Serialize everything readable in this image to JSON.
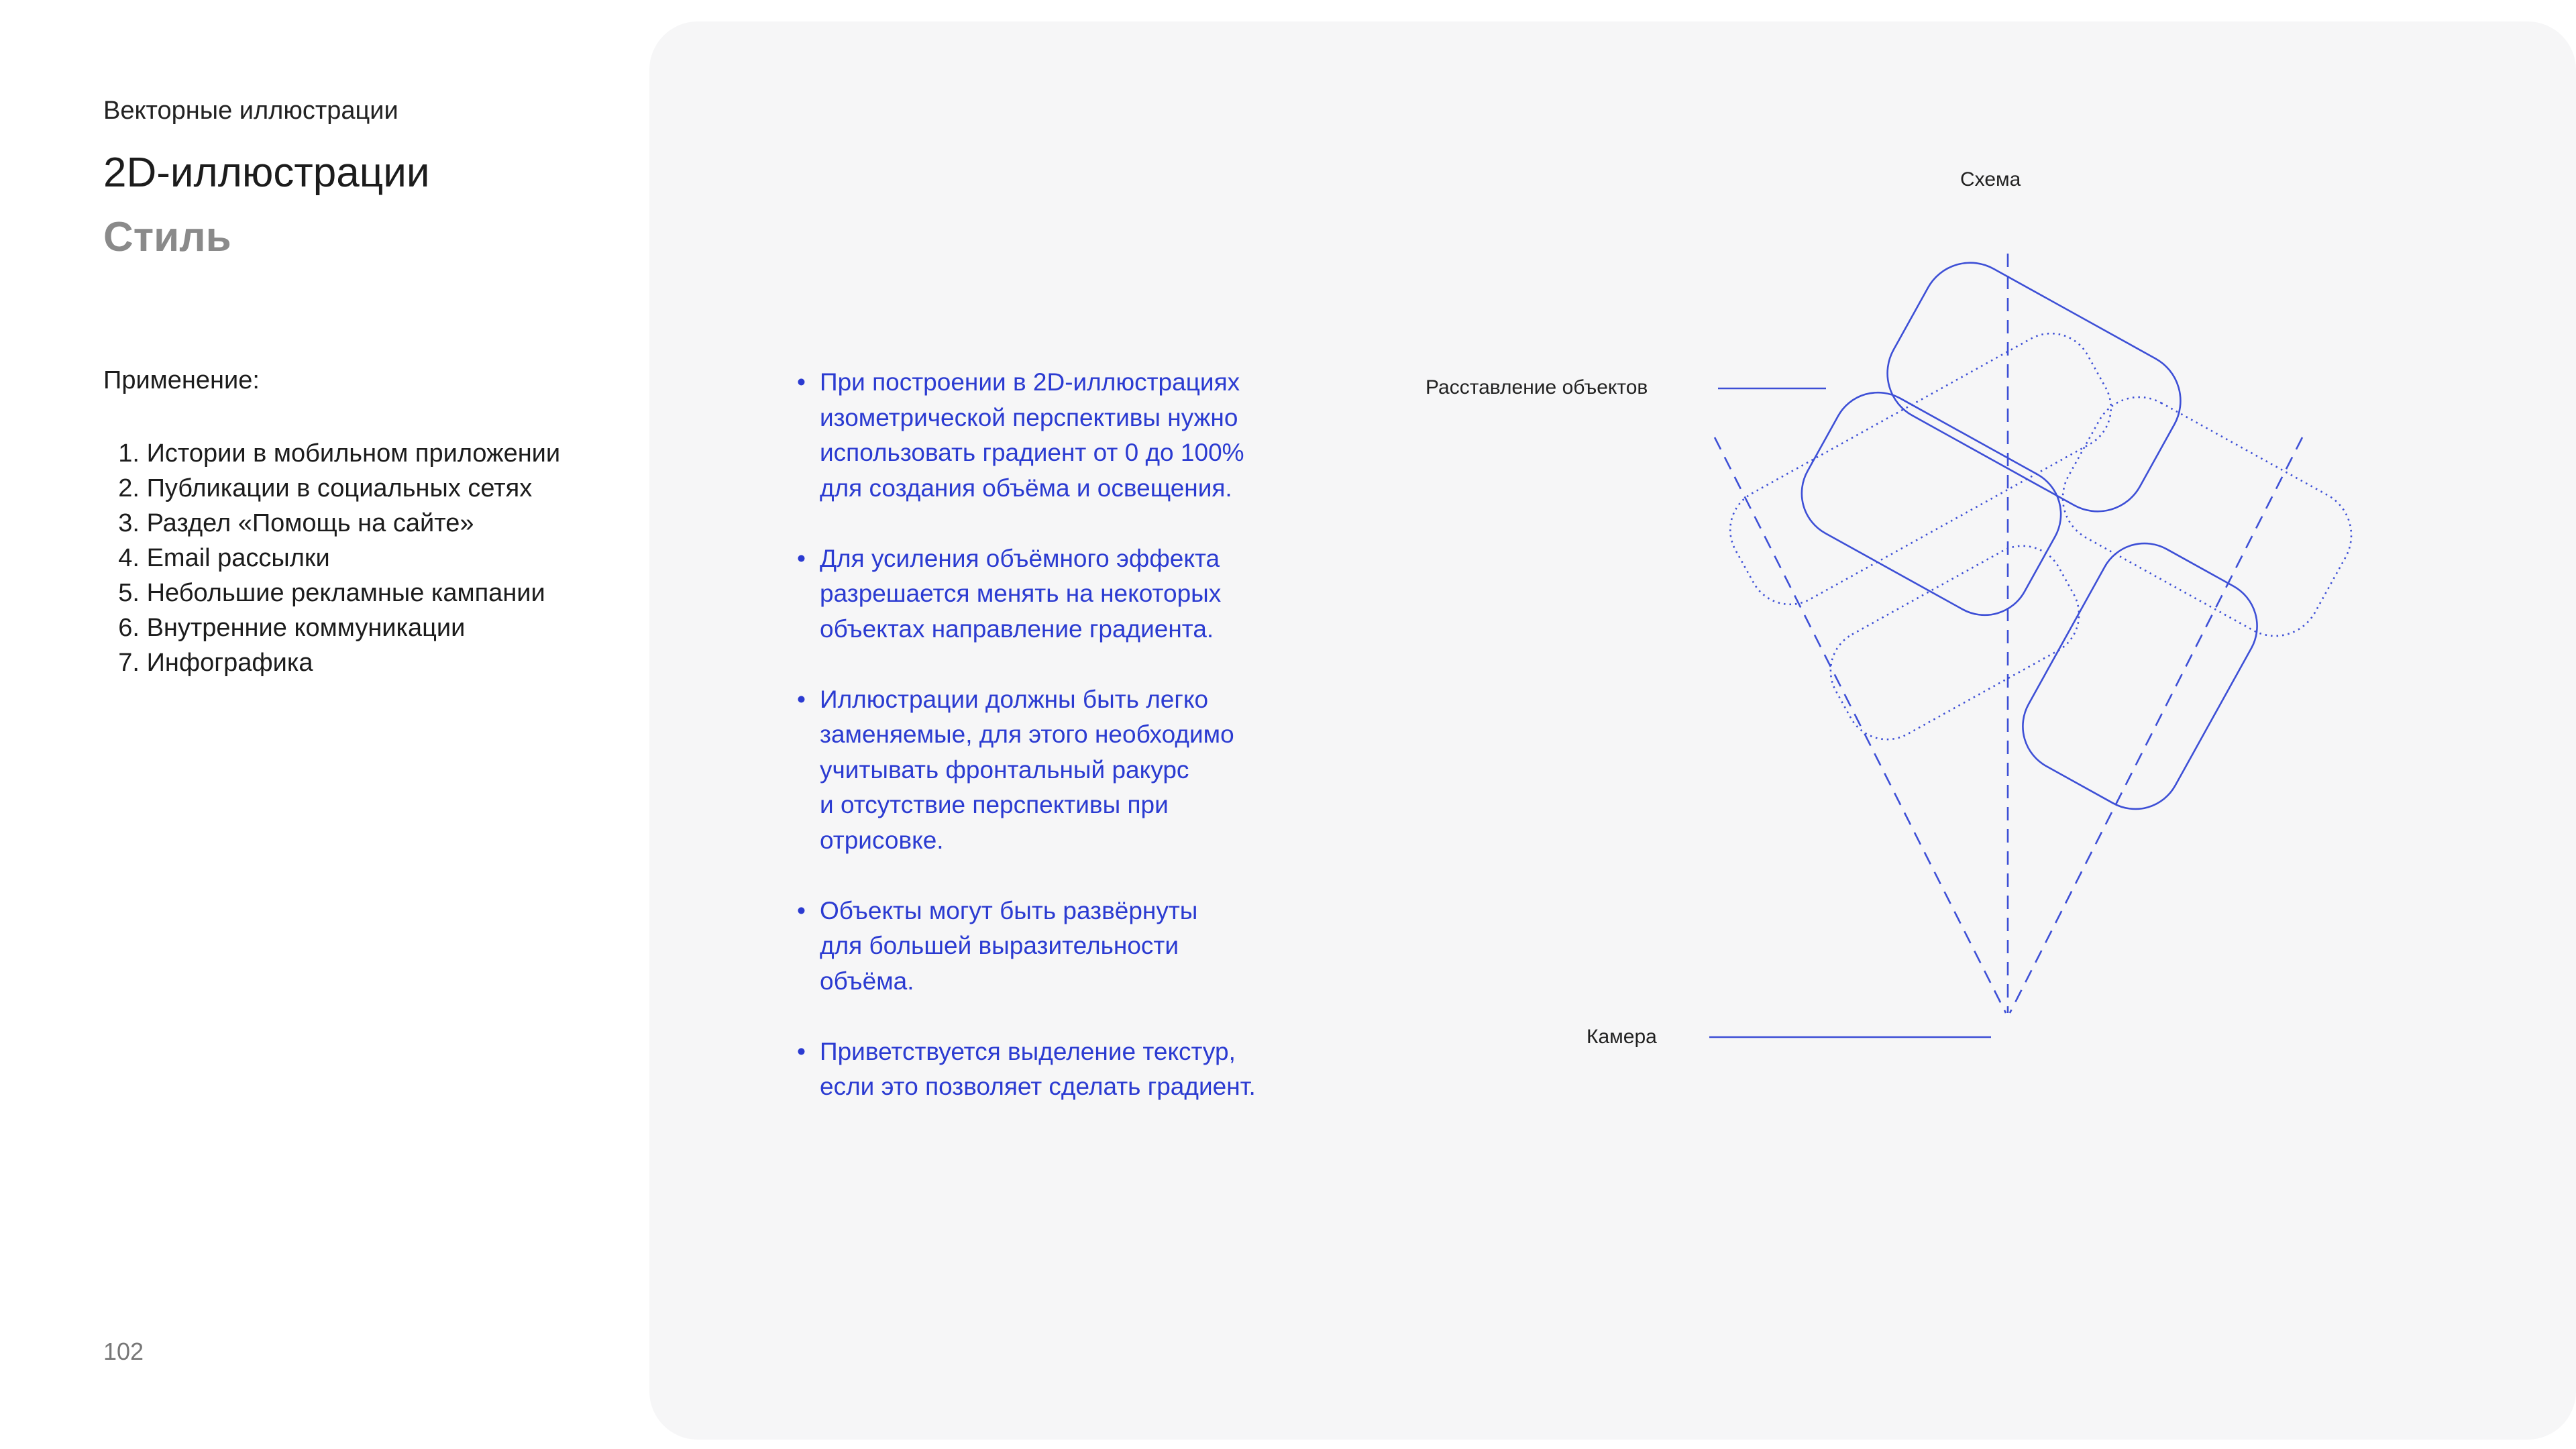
{
  "sidebar": {
    "section_label": "Векторные иллюстрации",
    "title": "2D-иллюстрации",
    "subtitle": "Стиль",
    "usage_title": "Применение:",
    "usage_items": [
      {
        "num": "1.",
        "text": "Истории в мобильном приложении"
      },
      {
        "num": "2.",
        "text": "Публикации в социальных сетях"
      },
      {
        "num": "3.",
        "text": "Раздел «Помощь на сайте»"
      },
      {
        "num": "4.",
        "text": "Email рассылки"
      },
      {
        "num": "5.",
        "text": "Небольшие рекламные кампании"
      },
      {
        "num": "6.",
        "text": "Внутренние коммуникации"
      },
      {
        "num": "7.",
        "text": "Инфографика"
      }
    ],
    "page_number": "102"
  },
  "rules": {
    "bullet": "•",
    "items": [
      [
        "При построении в 2D-иллюстрациях",
        "изометрической перспективы нужно",
        "использовать градиент от 0 до 100%",
        "для создания объёма и освещения."
      ],
      [
        "Для усиления объёмного эффекта",
        "разрешается менять на некоторых",
        "объектах направление градиента."
      ],
      [
        "Иллюстрации должны быть легко",
        "заменяемые, для этого необходимо",
        "учитывать фронтальный ракурс",
        "и отсутствие перспективы при",
        "отрисовке."
      ],
      [
        "Объекты могут быть развёрнуты",
        "для большей выразительности",
        "объёма."
      ],
      [
        "Приветствуется выделение текстур,",
        "если это позволяет сделать градиент."
      ]
    ]
  },
  "diagram": {
    "label_scheme": "Схема",
    "label_placement": "Расставление объектов",
    "label_camera": "Камера",
    "line_color": "#3d4fd6"
  }
}
